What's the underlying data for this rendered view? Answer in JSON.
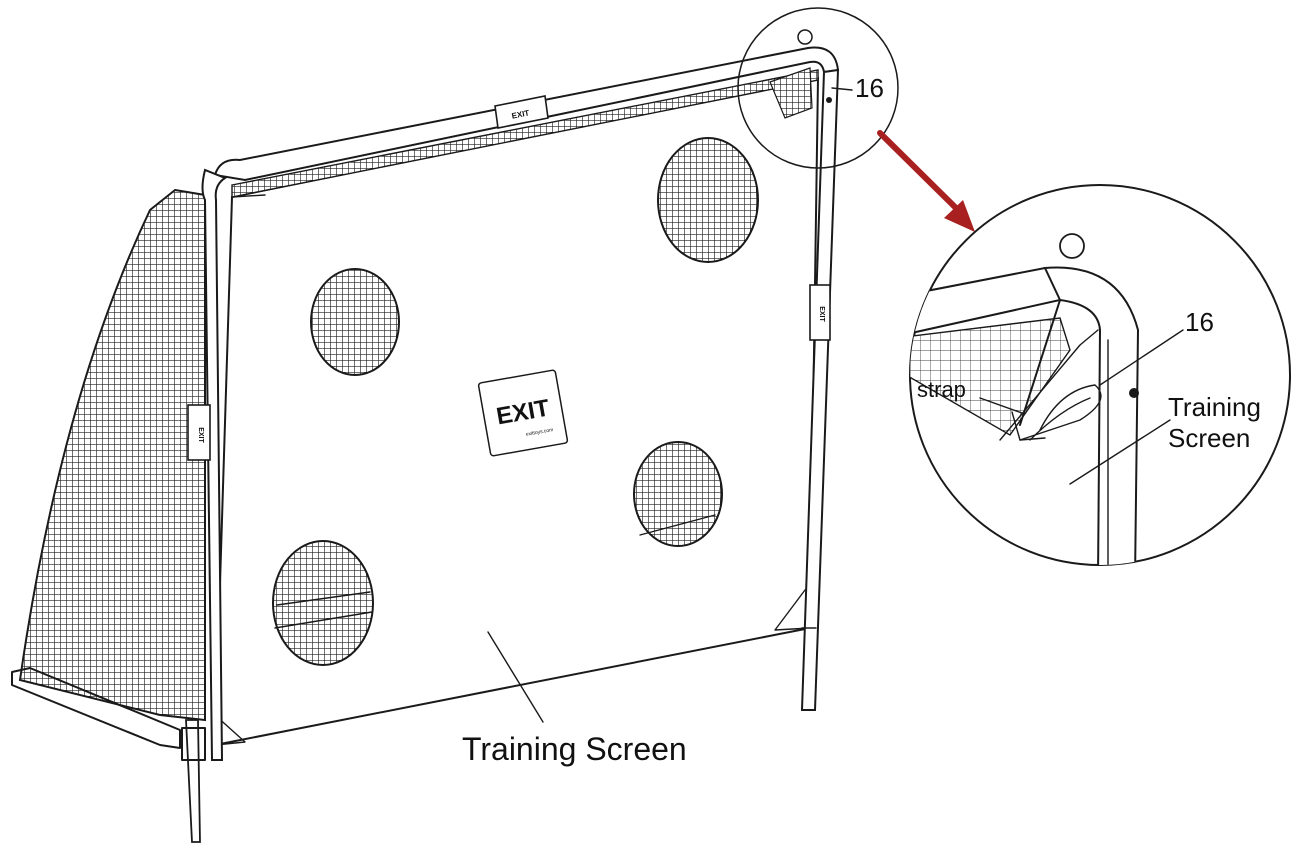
{
  "callouts": {
    "part_number_main": "16",
    "part_number_detail": "16",
    "strap": "strap",
    "training_screen_detail_line1": "Training",
    "training_screen_detail_line2": "Screen",
    "training_screen_main": "Training Screen"
  },
  "logo": {
    "brand": "EXIT",
    "tagline": "exittoys.com"
  },
  "beam_sleeve_labels": {
    "top": "EXIT",
    "left_post": "EXIT",
    "right_post": "EXIT"
  },
  "colors": {
    "line": "#1a1a1a",
    "net": "#222222",
    "arrow": "#a8201f",
    "background": "#ffffff"
  }
}
